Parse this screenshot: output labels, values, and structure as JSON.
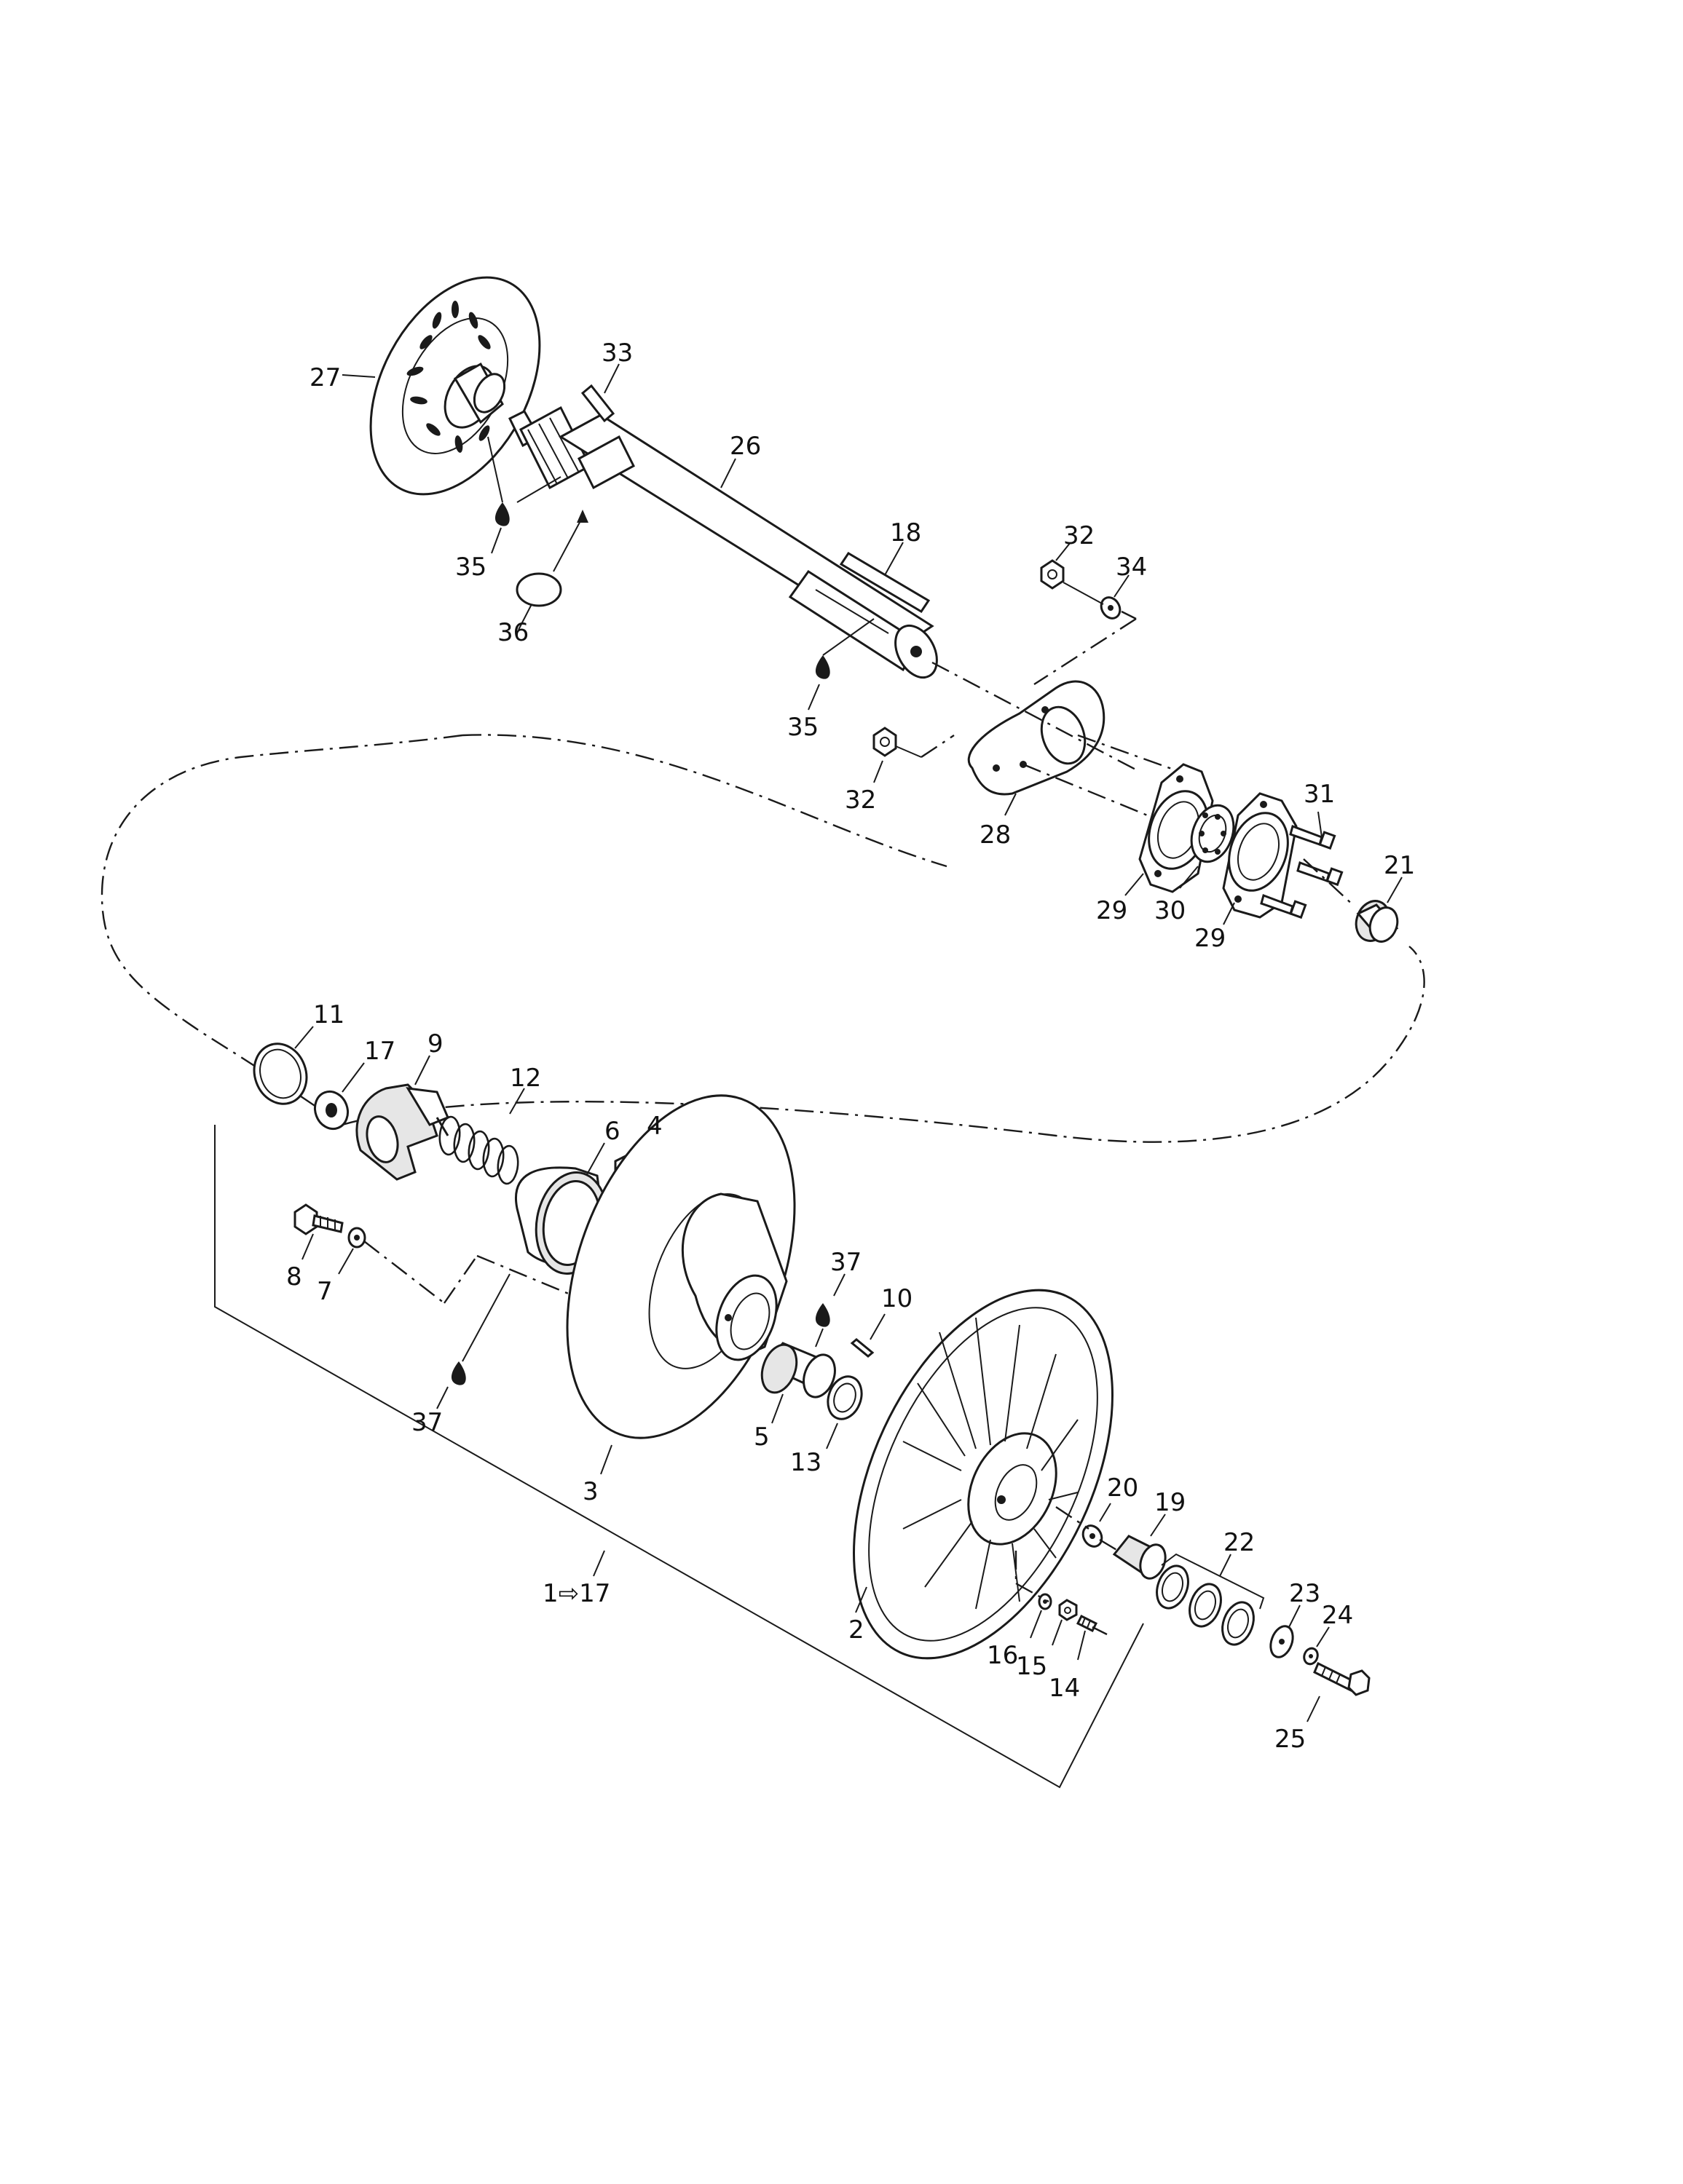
{
  "labels": [
    {
      "id": "27",
      "text": "27"
    },
    {
      "id": "33",
      "text": "33"
    },
    {
      "id": "26",
      "text": "26"
    },
    {
      "id": "35a",
      "text": "35"
    },
    {
      "id": "36",
      "text": "36"
    },
    {
      "id": "18",
      "text": "18"
    },
    {
      "id": "32a",
      "text": "32"
    },
    {
      "id": "34",
      "text": "34"
    },
    {
      "id": "35b",
      "text": "35"
    },
    {
      "id": "32b",
      "text": "32"
    },
    {
      "id": "28",
      "text": "28"
    },
    {
      "id": "31",
      "text": "31"
    },
    {
      "id": "21",
      "text": "21"
    },
    {
      "id": "29a",
      "text": "29"
    },
    {
      "id": "30",
      "text": "30"
    },
    {
      "id": "29b",
      "text": "29"
    },
    {
      "id": "11",
      "text": "11"
    },
    {
      "id": "17",
      "text": "17"
    },
    {
      "id": "9",
      "text": "9"
    },
    {
      "id": "12",
      "text": "12"
    },
    {
      "id": "6",
      "text": "6"
    },
    {
      "id": "4",
      "text": "4"
    },
    {
      "id": "8",
      "text": "8"
    },
    {
      "id": "7",
      "text": "7"
    },
    {
      "id": "37a",
      "text": "37"
    },
    {
      "id": "10",
      "text": "10"
    },
    {
      "id": "37b",
      "text": "37"
    },
    {
      "id": "5",
      "text": "5"
    },
    {
      "id": "13",
      "text": "13"
    },
    {
      "id": "3",
      "text": "3"
    },
    {
      "id": "20",
      "text": "20"
    },
    {
      "id": "19",
      "text": "19"
    },
    {
      "id": "22",
      "text": "22"
    },
    {
      "id": "23",
      "text": "23"
    },
    {
      "id": "24",
      "text": "24"
    },
    {
      "id": "1-17",
      "text": "1⇨17"
    },
    {
      "id": "2",
      "text": "2"
    },
    {
      "id": "16",
      "text": "16"
    },
    {
      "id": "15",
      "text": "15"
    },
    {
      "id": "14",
      "text": "14"
    },
    {
      "id": "25",
      "text": "25"
    }
  ]
}
